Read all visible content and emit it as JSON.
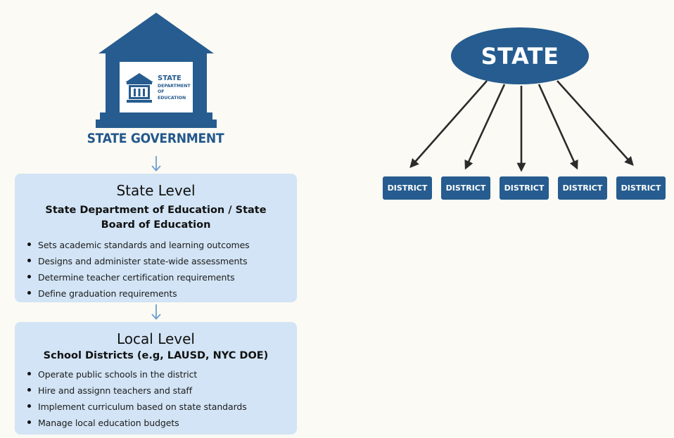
{
  "left": {
    "icon_sign": {
      "line1": "STATE",
      "line2": "DEPARTMENT",
      "line3": "OF",
      "line4": "EDUCATION"
    },
    "gov_title": "STATE GOVERNMENT",
    "state_level": {
      "title": "State Level",
      "subtitle": "State Department of Education / State Board of Education",
      "bullets": [
        "Sets academic standards and learning outcomes",
        "Designs and administer state-wide assessments",
        "Determine teacher certification requirements",
        "Define graduation requirements"
      ]
    },
    "local_level": {
      "title": "Local Level",
      "subtitle": "School Districts (e.g, LAUSD, NYC DOE)",
      "bullets": [
        "Operate public schools in the district",
        "Hire and assignn teachers and staff",
        "Implement curriculum based on state standards",
        "Manage local education budgets"
      ]
    }
  },
  "right": {
    "root_label": "STATE",
    "districts": [
      "DISTRICT",
      "DISTRICT",
      "DISTRICT",
      "DISTRICT",
      "DISTRICT"
    ]
  },
  "colors": {
    "primary": "#265c8f",
    "panel": "#d2e4f5",
    "arrow_light": "#6d9fcf",
    "arrow_dark": "#2b2b2b",
    "background": "#fbfaf4"
  }
}
